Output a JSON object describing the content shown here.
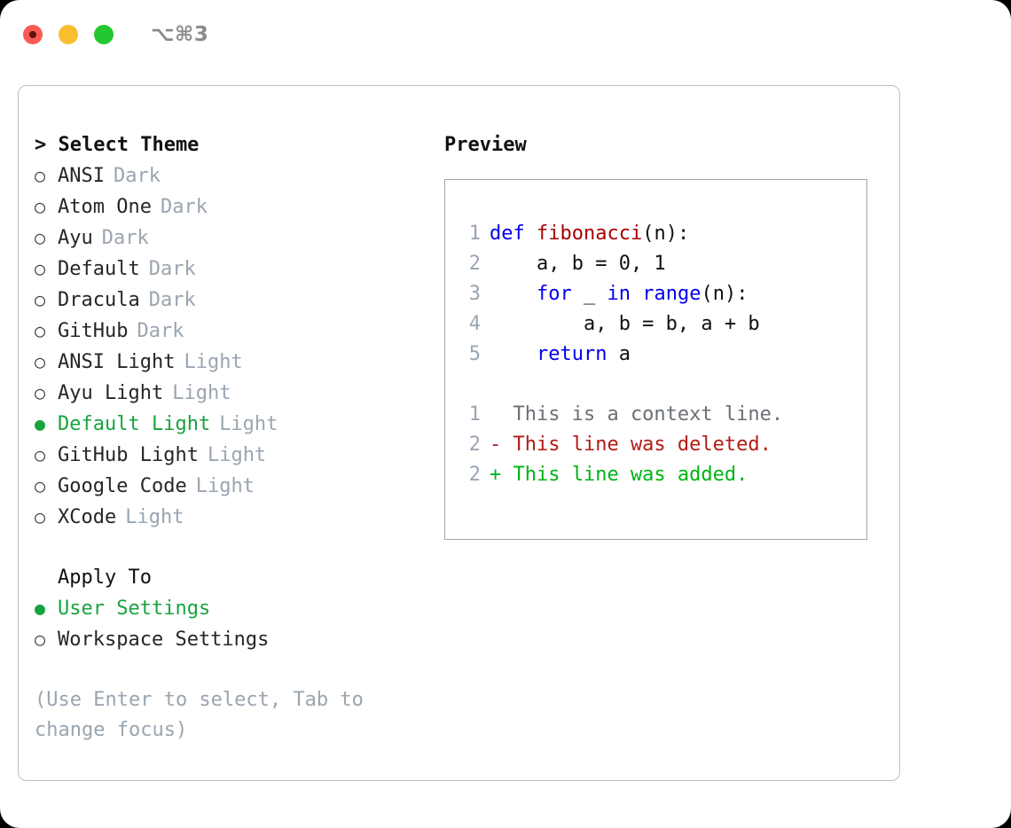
{
  "titlebar": {
    "lights": [
      "red-light",
      "yellow-light",
      "green-light"
    ],
    "shortcut": "⌥⌘3"
  },
  "theme_panel": {
    "header": "> Select Theme",
    "items": [
      {
        "bullet": "○",
        "label": "ANSI",
        "badge": "Dark",
        "selected": false
      },
      {
        "bullet": "○",
        "label": "Atom One",
        "badge": "Dark",
        "selected": false
      },
      {
        "bullet": "○",
        "label": "Ayu",
        "badge": "Dark",
        "selected": false
      },
      {
        "bullet": "○",
        "label": "Default",
        "badge": "Dark",
        "selected": false
      },
      {
        "bullet": "○",
        "label": "Dracula",
        "badge": "Dark",
        "selected": false
      },
      {
        "bullet": "○",
        "label": "GitHub",
        "badge": "Dark",
        "selected": false
      },
      {
        "bullet": "○",
        "label": "ANSI Light",
        "badge": "Light",
        "selected": false
      },
      {
        "bullet": "○",
        "label": "Ayu Light",
        "badge": "Light",
        "selected": false
      },
      {
        "bullet": "●",
        "label": "Default Light",
        "badge": "Light",
        "selected": true
      },
      {
        "bullet": "○",
        "label": "GitHub Light",
        "badge": "Light",
        "selected": false
      },
      {
        "bullet": "○",
        "label": "Google Code",
        "badge": "Light",
        "selected": false
      },
      {
        "bullet": "○",
        "label": "XCode",
        "badge": "Light",
        "selected": false
      }
    ]
  },
  "apply_to": {
    "header": "Apply To",
    "items": [
      {
        "bullet": "●",
        "label": "User Settings",
        "selected": true
      },
      {
        "bullet": "○",
        "label": "Workspace Settings",
        "selected": false
      }
    ]
  },
  "hint": "(Use Enter to select, Tab to change focus)",
  "preview": {
    "title": "Preview",
    "code_lines": [
      {
        "no": "1",
        "tokens": [
          {
            "t": "def ",
            "c": "kw"
          },
          {
            "t": "fibonacci",
            "c": "fn"
          },
          {
            "t": "(n):",
            "c": "plain"
          }
        ]
      },
      {
        "no": "2",
        "tokens": [
          {
            "t": "    a, b = 0, 1",
            "c": "plain"
          }
        ]
      },
      {
        "no": "3",
        "tokens": [
          {
            "t": "    ",
            "c": "plain"
          },
          {
            "t": "for",
            "c": "kw"
          },
          {
            "t": " _ ",
            "c": "plain"
          },
          {
            "t": "in",
            "c": "kw"
          },
          {
            "t": " ",
            "c": "plain"
          },
          {
            "t": "range",
            "c": "kw"
          },
          {
            "t": "(n):",
            "c": "plain"
          }
        ]
      },
      {
        "no": "4",
        "tokens": [
          {
            "t": "        a, b = b, a + b",
            "c": "plain"
          }
        ]
      },
      {
        "no": "5",
        "tokens": [
          {
            "t": "    ",
            "c": "plain"
          },
          {
            "t": "return",
            "c": "kw"
          },
          {
            "t": " a",
            "c": "plain"
          }
        ]
      }
    ],
    "diff_lines": [
      {
        "no": "1",
        "text": "  This is a context line.",
        "c": "ctx"
      },
      {
        "no": "2",
        "text": "- This line was deleted.",
        "c": "del"
      },
      {
        "no": "2",
        "text": "+ This line was added.",
        "c": "add"
      }
    ]
  },
  "colors": {
    "accent_green": "#18A33F",
    "muted": "#9aa5b1",
    "keyword_blue": "#0000ee",
    "function_red": "#a80000",
    "diff_added": "#00b315",
    "diff_deleted": "#b41b16",
    "border": "#b9c0cc"
  }
}
